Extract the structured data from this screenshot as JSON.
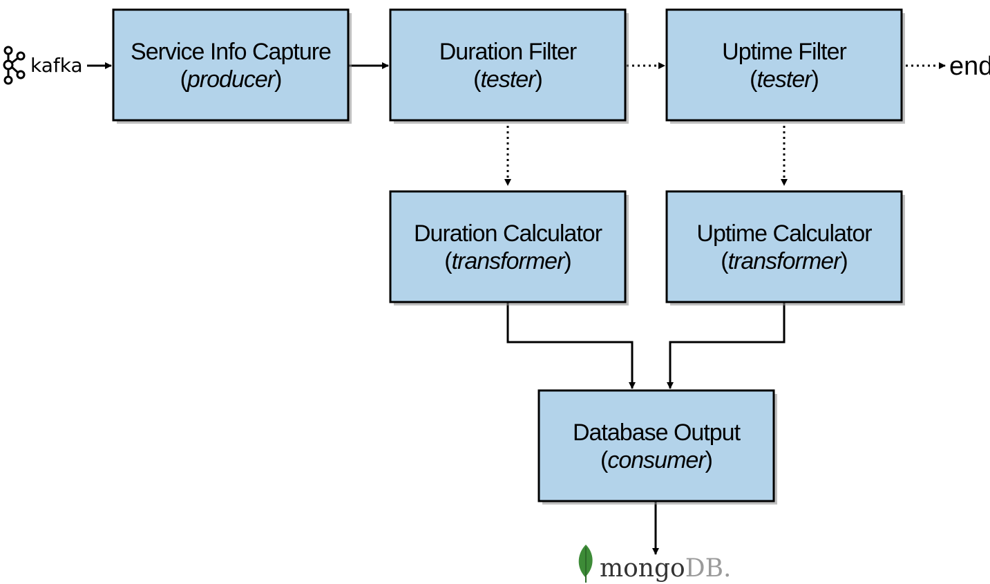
{
  "colors": {
    "box_fill": "#b3d3ea",
    "box_stroke": "#000000",
    "box_shadow": "#8c8c8c",
    "mongo_leaf": "#3d8b37",
    "mongo_text": "#333333",
    "mongo_db": "#9a9a9a"
  },
  "source": {
    "name": "kafka",
    "icon": "kafka-logo-icon"
  },
  "sink": {
    "name_main": "mongo",
    "name_suffix": "DB.",
    "icon": "mongodb-leaf-icon"
  },
  "end_label": "end",
  "nodes": {
    "service_info_capture": {
      "title": "Service Info Capture",
      "role": "producer"
    },
    "duration_filter": {
      "title": "Duration Filter",
      "role": "tester"
    },
    "uptime_filter": {
      "title": "Uptime Filter",
      "role": "tester"
    },
    "duration_calculator": {
      "title": "Duration Calculator",
      "role": "transformer"
    },
    "uptime_calculator": {
      "title": "Uptime Calculator",
      "role": "transformer"
    },
    "database_output": {
      "title": "Database Output",
      "role": "consumer"
    }
  },
  "edges": [
    {
      "from": "kafka",
      "to": "service_info_capture",
      "style": "solid"
    },
    {
      "from": "service_info_capture",
      "to": "duration_filter",
      "style": "solid"
    },
    {
      "from": "duration_filter",
      "to": "uptime_filter",
      "style": "dotted"
    },
    {
      "from": "uptime_filter",
      "to": "end",
      "style": "dotted"
    },
    {
      "from": "duration_filter",
      "to": "duration_calculator",
      "style": "dotted"
    },
    {
      "from": "uptime_filter",
      "to": "uptime_calculator",
      "style": "dotted"
    },
    {
      "from": "duration_calculator",
      "to": "database_output",
      "style": "solid"
    },
    {
      "from": "uptime_calculator",
      "to": "database_output",
      "style": "solid"
    },
    {
      "from": "database_output",
      "to": "mongodb",
      "style": "solid"
    }
  ]
}
